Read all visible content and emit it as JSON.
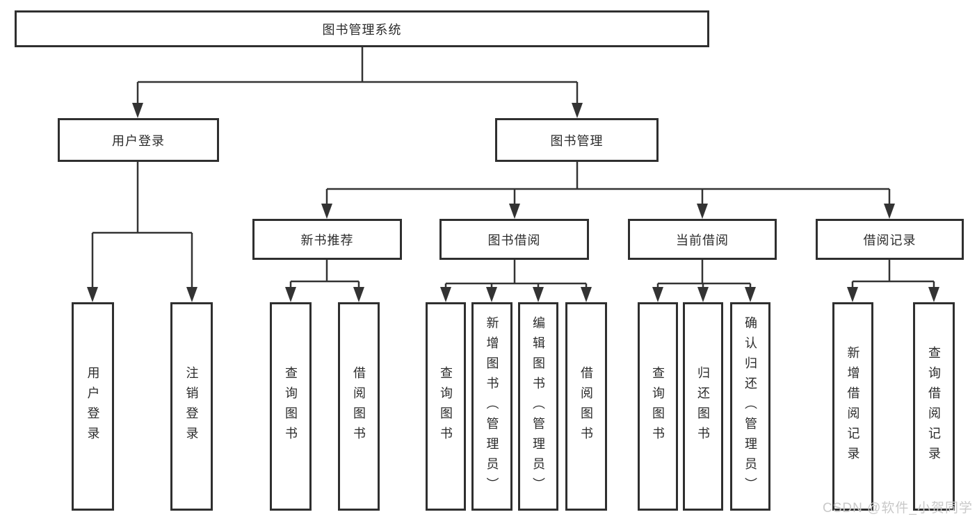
{
  "diagram": {
    "type": "hierarchy-tree",
    "title": "图书管理系统"
  },
  "nodes": {
    "root": "图书管理系统",
    "user_login": "用户登录",
    "book_mgmt": "图书管理",
    "new_book_rec": "新书推荐",
    "book_borrow": "图书借阅",
    "current_borrow": "当前借阅",
    "borrow_record": "借阅记录",
    "leaf_user_login": "用户登录",
    "leaf_logout": "注销登录",
    "leaf_rec_query": "查询图书",
    "leaf_rec_borrow": "借阅图书",
    "leaf_bb_query": "查询图书",
    "leaf_bb_add": "新增图书（管理员）",
    "leaf_bb_edit": "编辑图书（管理员）",
    "leaf_bb_borrow": "借阅图书",
    "leaf_cb_query": "查询图书",
    "leaf_cb_return": "归还图书",
    "leaf_cb_confirm": "确认归还（管理员）",
    "leaf_br_add": "新增借阅记录",
    "leaf_br_query": "查询借阅记录"
  },
  "tree": {
    "label": "图书管理系统",
    "children": [
      {
        "label": "用户登录",
        "children": [
          {
            "label": "用户登录"
          },
          {
            "label": "注销登录"
          }
        ]
      },
      {
        "label": "图书管理",
        "children": [
          {
            "label": "新书推荐",
            "children": [
              {
                "label": "查询图书"
              },
              {
                "label": "借阅图书"
              }
            ]
          },
          {
            "label": "图书借阅",
            "children": [
              {
                "label": "查询图书"
              },
              {
                "label": "新增图书（管理员）"
              },
              {
                "label": "编辑图书（管理员）"
              },
              {
                "label": "借阅图书"
              }
            ]
          },
          {
            "label": "当前借阅",
            "children": [
              {
                "label": "查询图书"
              },
              {
                "label": "归还图书"
              },
              {
                "label": "确认归还（管理员）"
              }
            ]
          },
          {
            "label": "借阅记录",
            "children": [
              {
                "label": "新增借阅记录"
              },
              {
                "label": "查询借阅记录"
              }
            ]
          }
        ]
      }
    ]
  },
  "watermark": "CSDN @软件_小贺同学",
  "colors": {
    "line": "#333333",
    "box_border": "#2f2f2f",
    "text": "#2b2b2b",
    "background": "#ffffff",
    "watermark": "#c9c9c9"
  }
}
